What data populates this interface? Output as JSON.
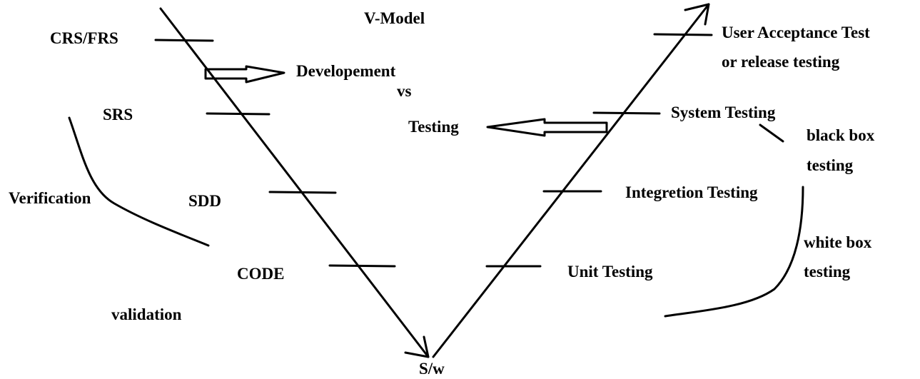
{
  "title": "V-Model",
  "left_phases": {
    "crs_frs": "CRS/FRS",
    "srs": "SRS",
    "sdd": "SDD",
    "code": "CODE"
  },
  "right_phases": {
    "uat_line1": "User Acceptance Test",
    "uat_line2": "or release testing",
    "system": "System Testing",
    "integration": "Integretion Testing",
    "unit": "Unit Testing"
  },
  "middle": {
    "development": "Developement",
    "vs": "vs",
    "testing": "Testing"
  },
  "bottom": "S/w",
  "annotations": {
    "verification": "Verification",
    "validation": "validation",
    "black_box_line1": "black box",
    "black_box_line2": "testing",
    "white_box_line1": "white box",
    "white_box_line2": "testing"
  },
  "colors": {
    "ink": "#000000",
    "background": "#ffffff"
  }
}
